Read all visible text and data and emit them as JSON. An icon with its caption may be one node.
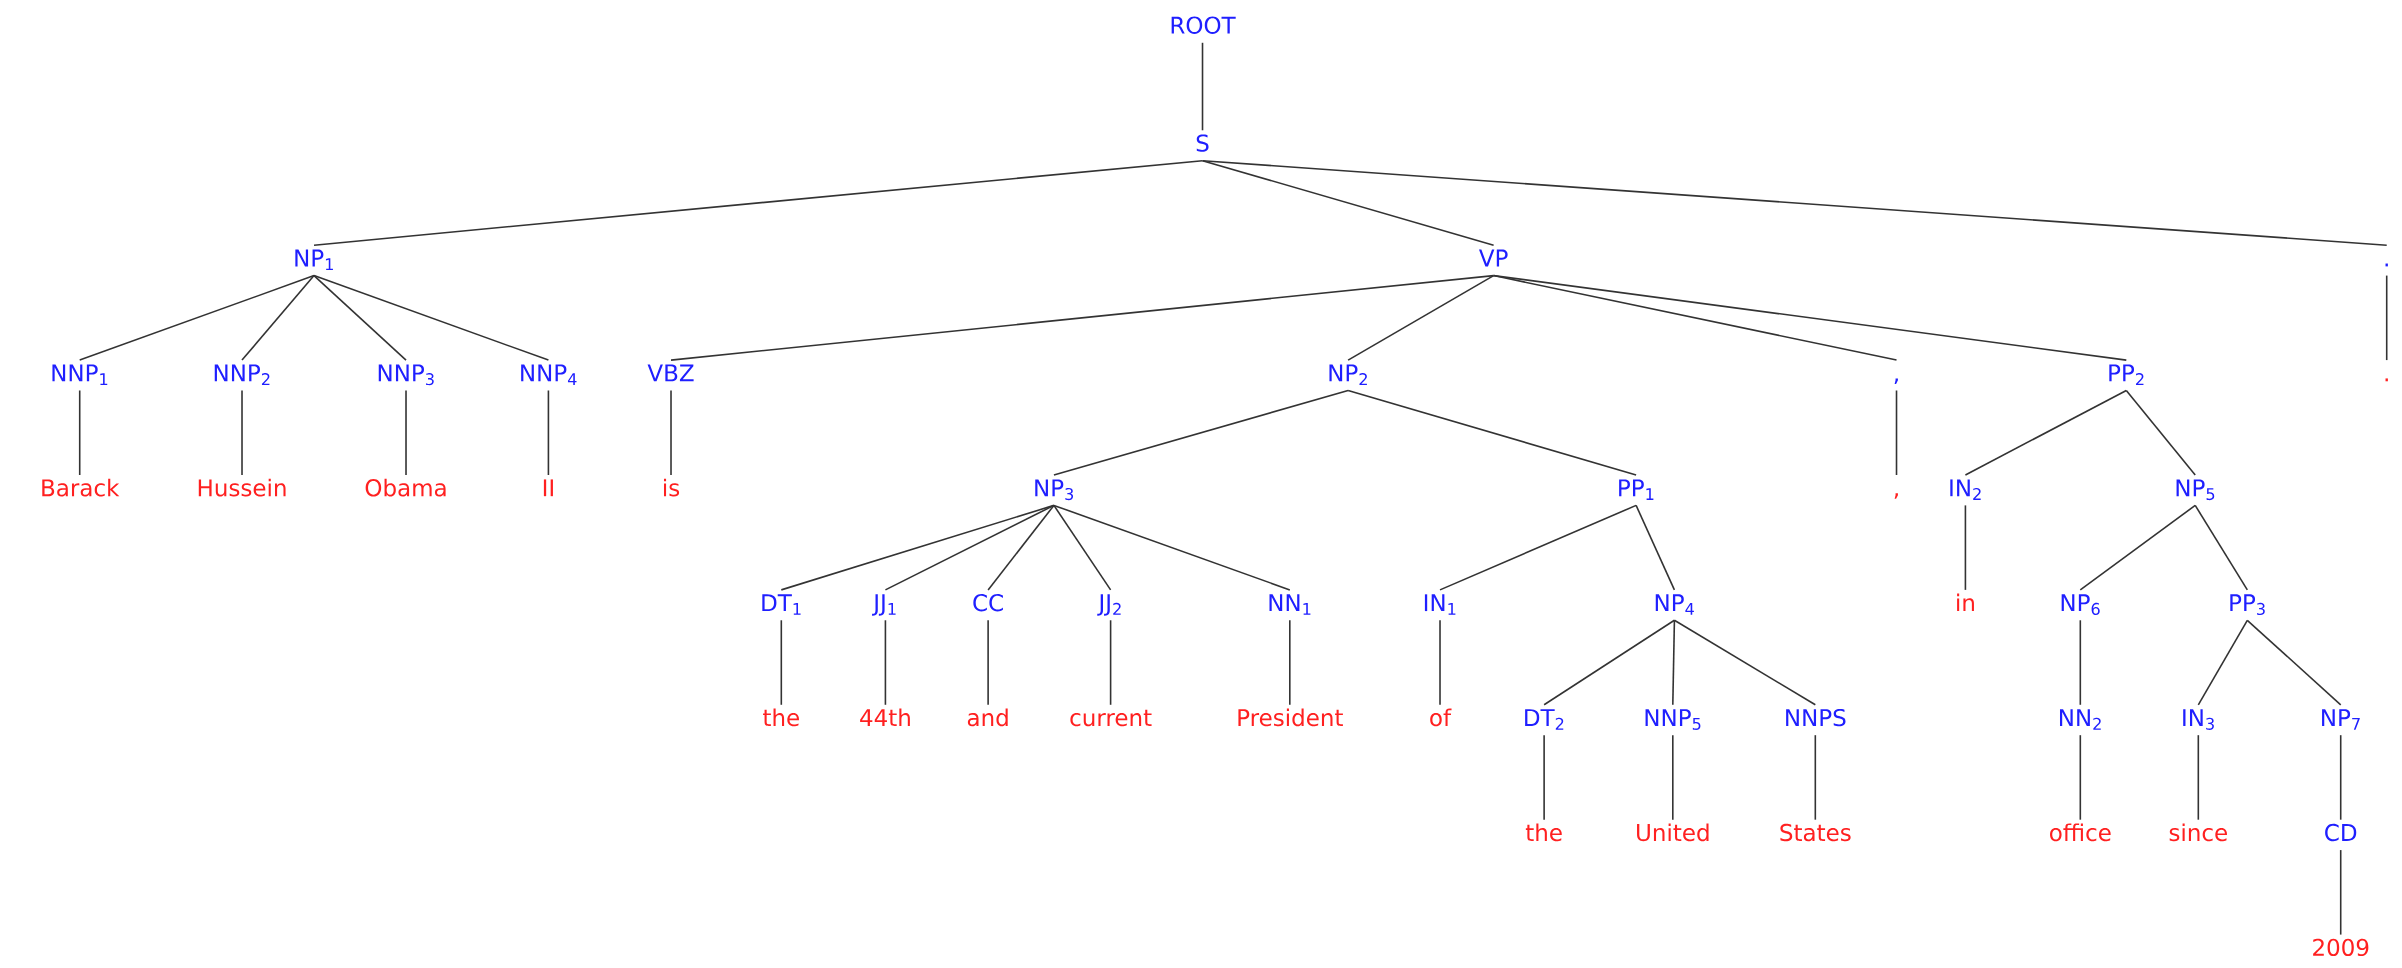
{
  "diagram": {
    "nodes": [
      {
        "text": [
          "ROOT"
        ]
      },
      {
        "text": [
          "S"
        ]
      },
      {
        "text": [
          "NP$_{1}$"
        ]
      },
      {
        "text": [
          "VP"
        ]
      },
      {
        "text": [
          "."
        ]
      },
      {
        "text": [
          "NNP$_{1}$"
        ]
      },
      {
        "text": [
          "NNP$_{2}$"
        ]
      },
      {
        "text": [
          "NNP$_{3}$"
        ]
      },
      {
        "text": [
          "NNP$_{4}$"
        ]
      },
      {
        "text": [
          "VBZ"
        ]
      },
      {
        "text": [
          "NP$_{2}$"
        ]
      },
      {
        "text": [
          ","
        ]
      },
      {
        "text": [
          "PP$_{2}$"
        ]
      },
      {
        "text": [
          "."
        ]
      },
      {
        "text": [
          "Barack"
        ]
      },
      {
        "text": [
          "Hussein"
        ]
      },
      {
        "text": [
          "Obama"
        ]
      },
      {
        "text": [
          "II"
        ]
      },
      {
        "text": [
          "is"
        ]
      },
      {
        "text": [
          "NP$_{3}$"
        ]
      },
      {
        "text": [
          "PP$_{1}$"
        ]
      },
      {
        "text": [
          ","
        ]
      },
      {
        "text": [
          "IN$_{2}$"
        ]
      },
      {
        "text": [
          "NP$_{5}$"
        ]
      },
      {
        "text": [
          "DT$_{1}$"
        ]
      },
      {
        "text": [
          "JJ$_{1}$"
        ]
      },
      {
        "text": [
          "CC"
        ]
      },
      {
        "text": [
          "JJ$_{2}$"
        ]
      },
      {
        "text": [
          "NN$_{1}$"
        ]
      },
      {
        "text": [
          "IN$_{1}$"
        ]
      },
      {
        "text": [
          "NP$_{4}$"
        ]
      },
      {
        "text": [
          "in"
        ]
      },
      {
        "text": [
          "NP$_{6}$"
        ]
      },
      {
        "text": [
          "PP$_{3}$"
        ]
      },
      {
        "text": [
          "the"
        ]
      },
      {
        "text": [
          "44th"
        ]
      },
      {
        "text": [
          "and"
        ]
      },
      {
        "text": [
          "current"
        ]
      },
      {
        "text": [
          "President"
        ]
      },
      {
        "text": [
          "of"
        ]
      },
      {
        "text": [
          "DT$_{2}$"
        ]
      },
      {
        "text": [
          "NNP$_{5}$"
        ]
      },
      {
        "text": [
          "NNPS"
        ]
      },
      {
        "text": [
          "NN$_{2}$"
        ]
      },
      {
        "text": [
          "IN$_{3}$"
        ]
      },
      {
        "text": [
          "NP$_{7}$"
        ]
      },
      {
        "text": [
          "the"
        ]
      },
      {
        "text": [
          "United"
        ]
      },
      {
        "text": [
          "States"
        ]
      },
      {
        "text": [
          "office"
        ]
      },
      {
        "text": [
          "since"
        ]
      },
      {
        "text": [
          "CD"
        ]
      },
      {
        "text": [
          "2009"
        ]
      }
    ],
    "edges": [
      {
        "from": 0,
        "to": 1,
        "arrow": "none"
      },
      {
        "from": 1,
        "to": 2,
        "arrow": "none"
      },
      {
        "from": 1,
        "to": 3,
        "arrow": "none"
      },
      {
        "from": 1,
        "to": 4,
        "arrow": "none"
      },
      {
        "from": 2,
        "to": 5,
        "arrow": "none"
      },
      {
        "from": 2,
        "to": 6,
        "arrow": "none"
      },
      {
        "from": 2,
        "to": 7,
        "arrow": "none"
      },
      {
        "from": 2,
        "to": 8,
        "arrow": "none"
      },
      {
        "from": 3,
        "to": 9,
        "arrow": "none"
      },
      {
        "from": 3,
        "to": 10,
        "arrow": "none"
      },
      {
        "from": 3,
        "to": 11,
        "arrow": "none"
      },
      {
        "from": 3,
        "to": 12,
        "arrow": "none"
      },
      {
        "from": 4,
        "to": 13,
        "arrow": "none"
      },
      {
        "from": 5,
        "to": 14,
        "arrow": "none"
      },
      {
        "from": 6,
        "to": 15,
        "arrow": "none"
      },
      {
        "from": 7,
        "to": 16,
        "arrow": "none"
      },
      {
        "from": 8,
        "to": 17,
        "arrow": "none"
      },
      {
        "from": 9,
        "to": 18,
        "arrow": "none"
      },
      {
        "from": 10,
        "to": 19,
        "arrow": "none"
      },
      {
        "from": 10,
        "to": 20,
        "arrow": "none"
      },
      {
        "from": 11,
        "to": 21,
        "arrow": "none"
      },
      {
        "from": 12,
        "to": 22,
        "arrow": "none"
      },
      {
        "from": 12,
        "to": 23,
        "arrow": "none"
      },
      {
        "from": 19,
        "to": 24,
        "arrow": "none"
      },
      {
        "from": 19,
        "to": 25,
        "arrow": "none"
      },
      {
        "from": 19,
        "to": 26,
        "arrow": "none"
      },
      {
        "from": 19,
        "to": 27,
        "arrow": "none"
      },
      {
        "from": 19,
        "to": 28,
        "arrow": "none"
      },
      {
        "from": 20,
        "to": 29,
        "arrow": "none"
      },
      {
        "from": 20,
        "to": 30,
        "arrow": "none"
      },
      {
        "from": 22,
        "to": 31,
        "arrow": "none"
      },
      {
        "from": 23,
        "to": 32,
        "arrow": "none"
      },
      {
        "from": 23,
        "to": 33,
        "arrow": "none"
      },
      {
        "from": 24,
        "to": 34,
        "arrow": "none"
      },
      {
        "from": 25,
        "to": 35,
        "arrow": "none"
      },
      {
        "from": 26,
        "to": 36,
        "arrow": "none"
      },
      {
        "from": 27,
        "to": 37,
        "arrow": "none"
      },
      {
        "from": 28,
        "to": 38,
        "arrow": "none"
      },
      {
        "from": 29,
        "to": 39,
        "arrow": "none"
      },
      {
        "from": 30,
        "to": 40,
        "arrow": "none"
      },
      {
        "from": 30,
        "to": 41,
        "arrow": "none"
      },
      {
        "from": 30,
        "to": 42,
        "arrow": "none"
      },
      {
        "from": 32,
        "to": 43,
        "arrow": "none"
      },
      {
        "from": 33,
        "to": 44,
        "arrow": "none"
      },
      {
        "from": 33,
        "to": 45,
        "arrow": "none"
      },
      {
        "from": 40,
        "to": 46,
        "arrow": "none"
      },
      {
        "from": 41,
        "to": 47,
        "arrow": "none"
      },
      {
        "from": 42,
        "to": 48,
        "arrow": "none"
      },
      {
        "from": 43,
        "to": 49,
        "arrow": "none"
      },
      {
        "from": 44,
        "to": 50,
        "arrow": "none"
      },
      {
        "from": 45,
        "to": 51,
        "arrow": "none"
      },
      {
        "from": 51,
        "to": 52,
        "arrow": "none"
      }
    ]
  }
}
